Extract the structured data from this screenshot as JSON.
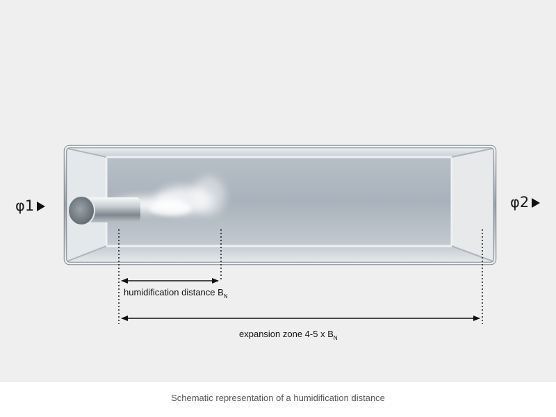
{
  "inlet_label": "φ1",
  "outlet_label": "φ2",
  "humidification_distance": {
    "text": "humidification distance B",
    "subscript": "N"
  },
  "expansion_zone": {
    "text": "expansion zone 4-5 x B",
    "subscript": "N"
  },
  "caption": "Schematic representation of a humidification distance"
}
